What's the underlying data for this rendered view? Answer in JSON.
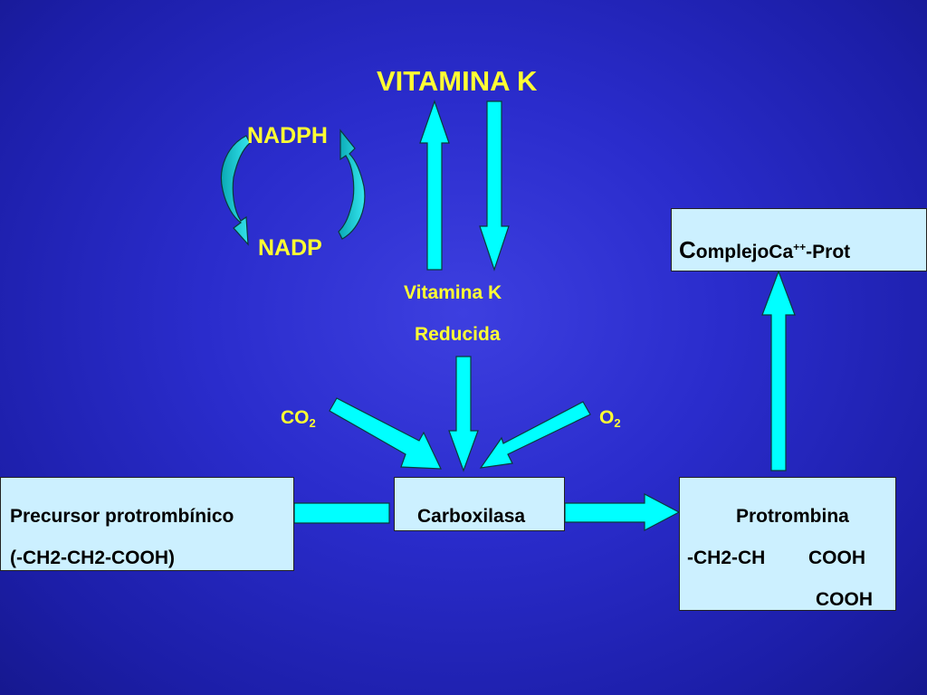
{
  "title": "VITAMINA K",
  "nadph": "NADPH",
  "nadp": "NADP",
  "vitk_reducida_line1": "Vitamina K",
  "vitk_reducida_line2": "Reducida",
  "co2": {
    "base": "CO",
    "sub": "2"
  },
  "o2": {
    "base": "O",
    "sub": "2"
  },
  "precursor": {
    "line1": "Precursor protrombínico",
    "line2": "(-CH2-CH2-COOH)"
  },
  "carboxilasa": "Carboxilasa",
  "protrombina": {
    "line1": "Protrombina",
    "line2a": "-CH2-CH",
    "line2b": "COOH",
    "line3": "COOH"
  },
  "complejo": {
    "first": "C",
    "rest": "omplejoCa",
    "sup": "++",
    "tail": "-Prot"
  },
  "colors": {
    "arrow_fill": "#00ffff",
    "arrow_stroke": "#0a3a3a",
    "label": "#ffff33",
    "box": "#ccf0ff"
  }
}
